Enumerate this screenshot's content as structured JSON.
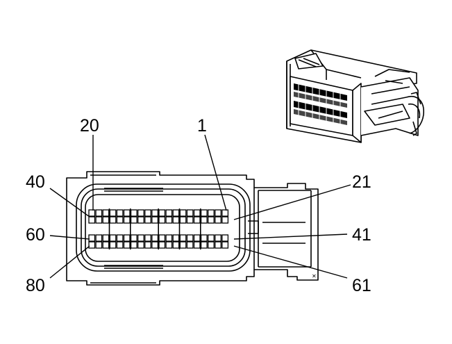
{
  "pin_labels": {
    "top_left": "20",
    "top_right": "1",
    "left_upper": "40",
    "right_upper": "21",
    "left_mid": "60",
    "right_mid": "41",
    "left_lower": "80",
    "right_lower": "61"
  },
  "colors": {
    "line": "#000000",
    "background": "#ffffff"
  }
}
